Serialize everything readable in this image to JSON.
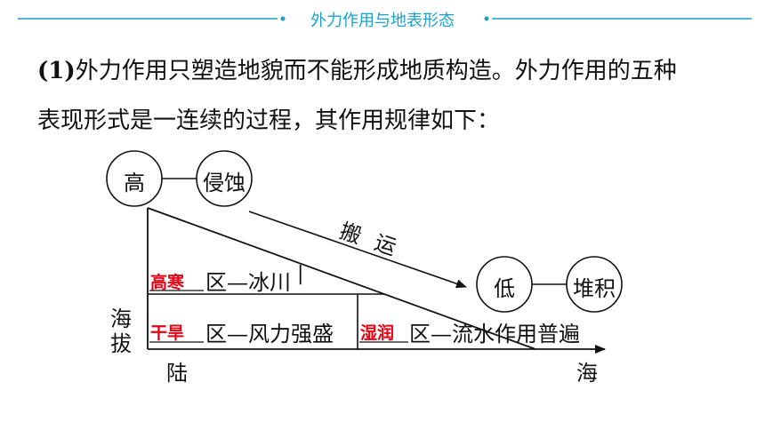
{
  "header": {
    "title": "外力作用与地表形态",
    "accent_color": "#1aa3c8"
  },
  "paragraph": {
    "lead": "(1)",
    "line1": "外力作用只塑造地貌而不能形成地质构造。外力作用的五种",
    "line2": "表现形式是一连续的过程，其作用规律如下："
  },
  "diagram": {
    "nodes": {
      "high": "高",
      "erosion": "侵蚀",
      "low": "低",
      "deposition": "堆积"
    },
    "transport_label_1": "搬",
    "transport_label_2": "运",
    "axis_y_1": "海",
    "axis_y_2": "拔",
    "axis_x_left": "陆",
    "axis_x_right": "海",
    "rows": {
      "top_answer": "高寒",
      "top_text": "区—冰川",
      "bottom_left_answer": "干旱",
      "bottom_left_text": "区—风力强盛",
      "bottom_right_answer": "湿润",
      "bottom_right_text": "区—流水作用普遍"
    },
    "answer_color": "#e60012"
  }
}
